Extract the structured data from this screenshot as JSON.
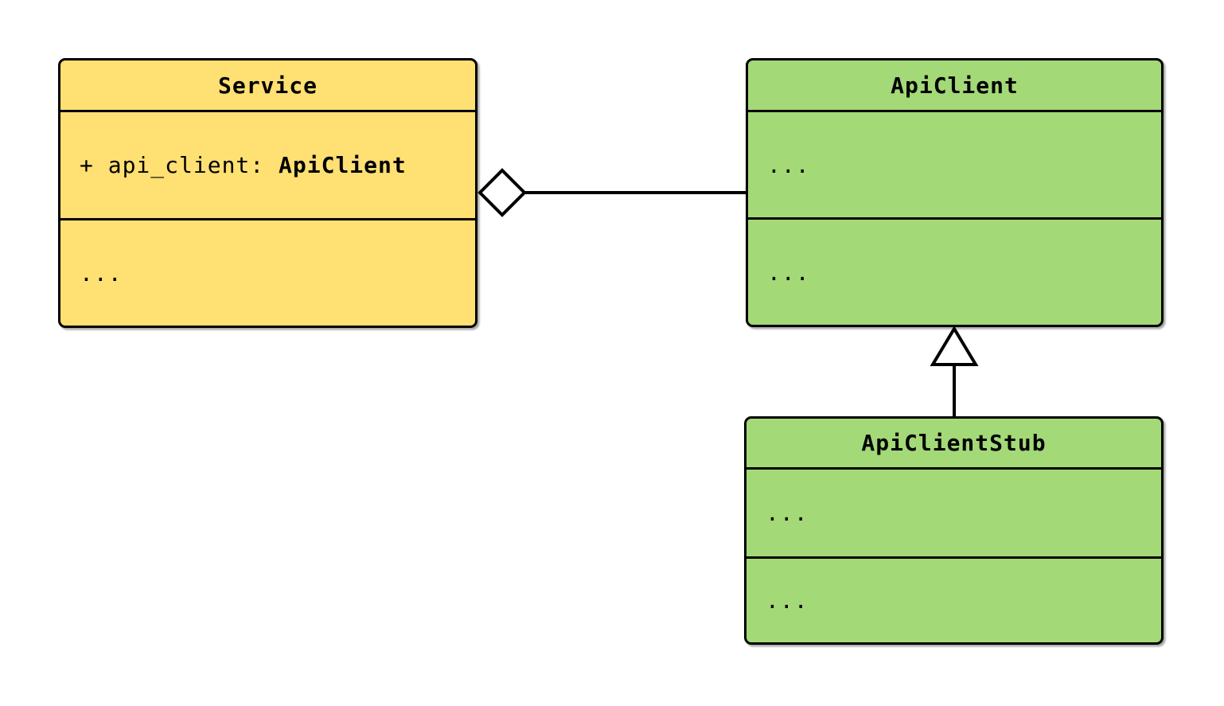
{
  "diagram": {
    "kind": "uml-class-diagram",
    "background_color": "#ffffff",
    "stroke_color": "#000000",
    "classes": [
      {
        "name": "Service",
        "fill_color": "#ffe072",
        "attribute_prefix": "+ api_client: ",
        "attribute_type": "ApiClient",
        "methods_placeholder": "..."
      },
      {
        "name": "ApiClient",
        "fill_color": "#a3d977",
        "attributes_placeholder": "...",
        "methods_placeholder": "..."
      },
      {
        "name": "ApiClientStub",
        "fill_color": "#a3d977",
        "attributes_placeholder": "...",
        "methods_placeholder": "..."
      }
    ],
    "relationships": [
      {
        "type": "aggregation",
        "owner": "Service",
        "part": "ApiClient",
        "marker": "hollow-diamond",
        "marker_fill": "#ffffff"
      },
      {
        "type": "inheritance",
        "child": "ApiClientStub",
        "parent": "ApiClient",
        "marker": "hollow-triangle",
        "marker_fill": "#ffffff"
      }
    ]
  }
}
